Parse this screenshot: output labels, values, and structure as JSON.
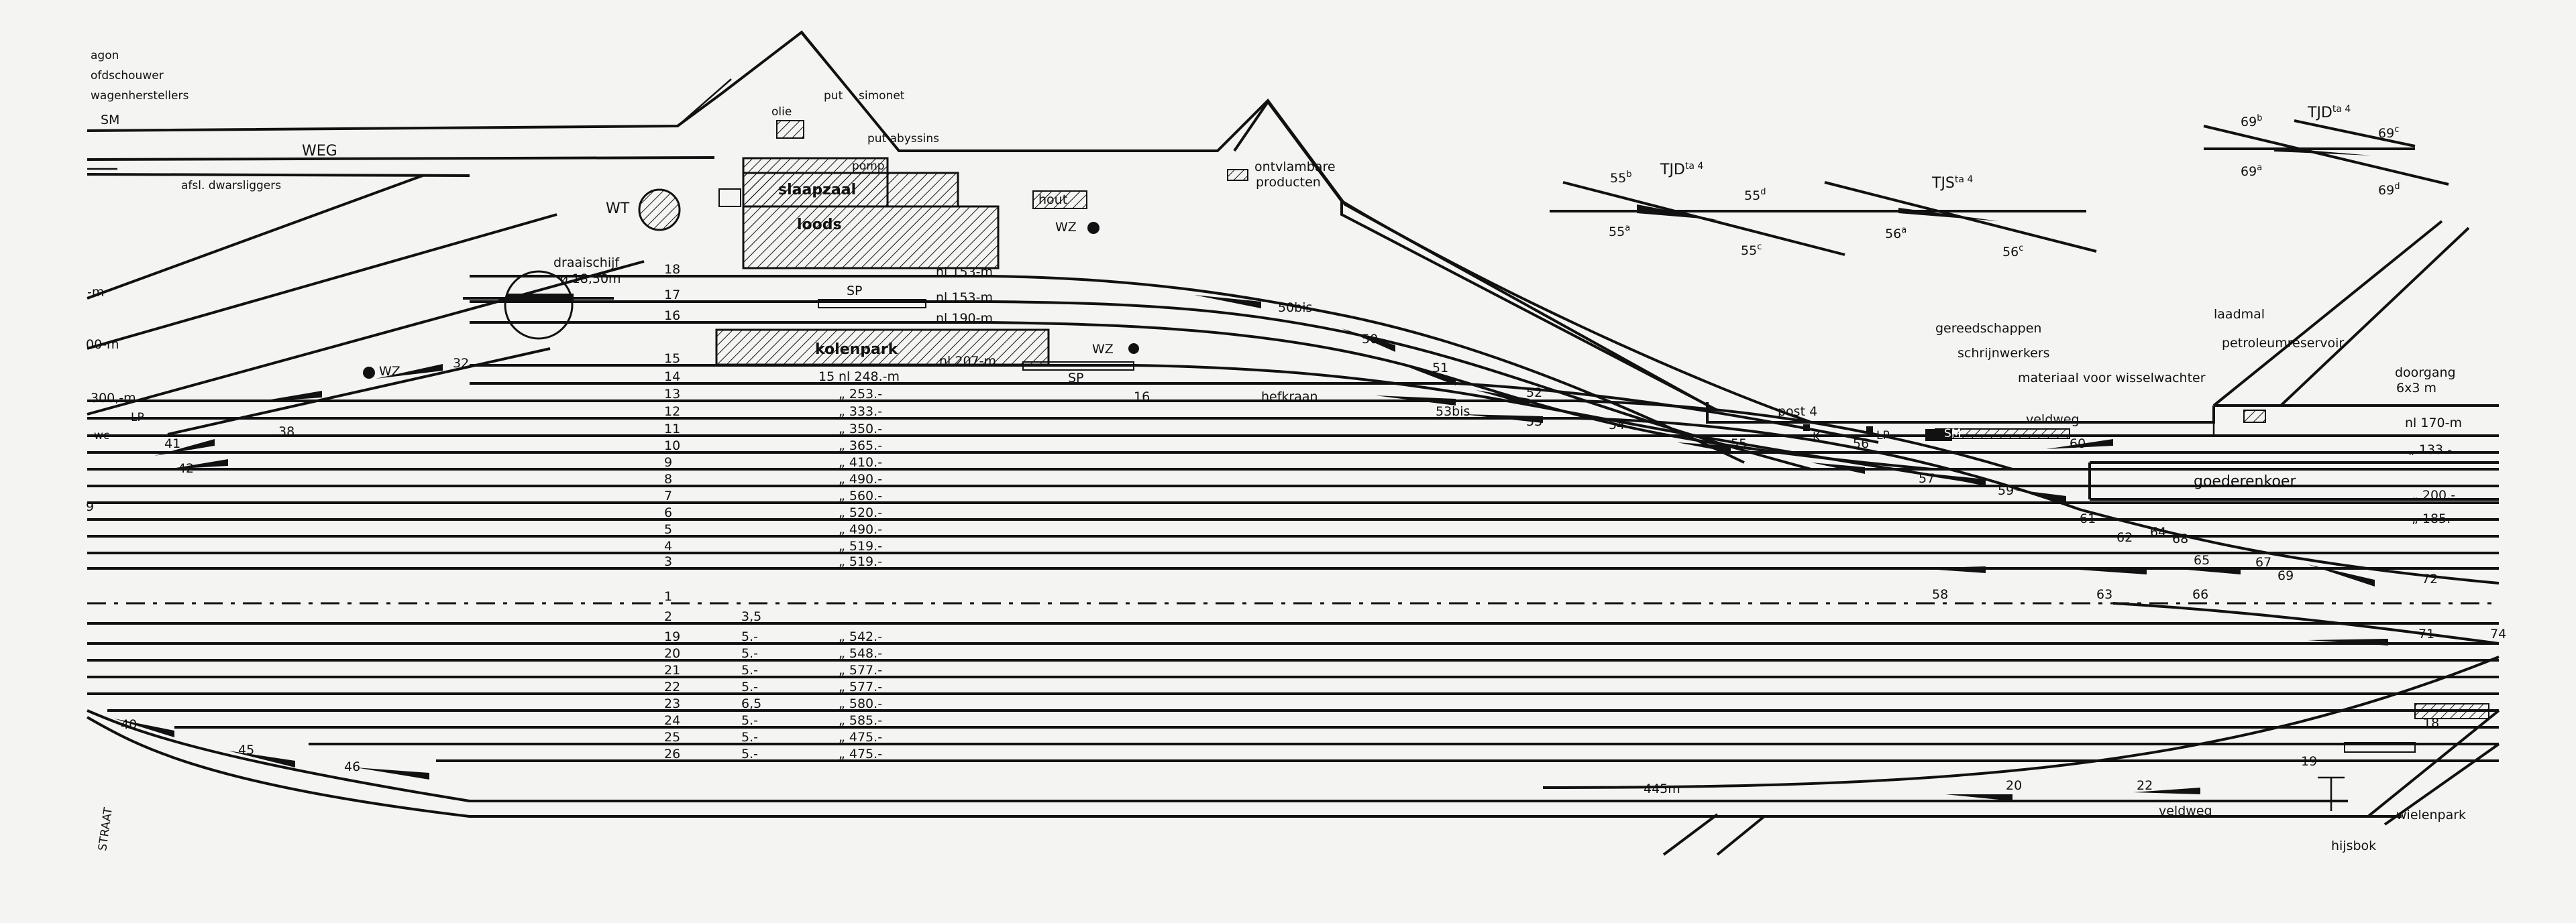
{
  "top_left_labels": [
    "agon",
    "ofdschouwer",
    "wagenherstellers",
    "SM"
  ],
  "road": {
    "label": "WEG"
  },
  "left_labels": {
    "sleepers": "afsl. dwarsliggers",
    "wt": "WT",
    "turntable_1": "draaischijf",
    "turntable_2": "ø 18,50m",
    "wz1": "WZ",
    "wc": "wc",
    "lp1": "LP",
    "dist_1": "-m",
    "dist_2": "00-m",
    "dist_3": "300,-m"
  },
  "buildings": {
    "olie": "olie",
    "put": "put",
    "simonet": "simonet",
    "put_abyssins": "put abyssins",
    "pomp": "pomp",
    "slaapzaal": "slaapzaal",
    "loods": "loods",
    "hout": "hout",
    "wz2": "WZ",
    "ontvlambare_1": "ontvlambare",
    "ontvlambare_2": "producten",
    "kolenpark": "kolenpark",
    "wz3": "WZ",
    "sp1": "SP",
    "sp2": "SP"
  },
  "track_notes": [
    {
      "text": "nl 153-m"
    },
    {
      "text": "nl 153-m"
    },
    {
      "text": "nl 190-m"
    },
    {
      "text": "nl 207-m"
    }
  ],
  "tracks": [
    {
      "no": "18",
      "a": "",
      "len": ""
    },
    {
      "no": "17",
      "a": "",
      "len": ""
    },
    {
      "no": "16",
      "a": "",
      "len": ""
    },
    {
      "no": "15",
      "a": "",
      "len": ""
    },
    {
      "no": "14",
      "a": "",
      "len": "nl 248.-m"
    },
    {
      "no": "13",
      "a": "",
      "len": "„ 253.-"
    },
    {
      "no": "12",
      "a": "",
      "len": "„ 333.-"
    },
    {
      "no": "11",
      "a": "",
      "len": "„ 350.-"
    },
    {
      "no": "10",
      "a": "",
      "len": "„ 365.-"
    },
    {
      "no": "9",
      "a": "",
      "len": "„ 410.-"
    },
    {
      "no": "8",
      "a": "",
      "len": "„ 490.-"
    },
    {
      "no": "7",
      "a": "",
      "len": "„ 560.-"
    },
    {
      "no": "6",
      "a": "",
      "len": "„ 520.-"
    },
    {
      "no": "5",
      "a": "",
      "len": "„ 490.-"
    },
    {
      "no": "4",
      "a": "",
      "len": "„ 519.-"
    },
    {
      "no": "3",
      "a": "",
      "len": "„ 519.-"
    },
    {
      "no": "1",
      "a": "",
      "len": ""
    },
    {
      "no": "2",
      "a": "3,5",
      "len": ""
    },
    {
      "no": "19",
      "a": "5.-",
      "len": "„ 542.-"
    },
    {
      "no": "20",
      "a": "5.-",
      "len": "„ 548.-"
    },
    {
      "no": "21",
      "a": "5.-",
      "len": "„ 577.-"
    },
    {
      "no": "22",
      "a": "5.-",
      "len": "„ 577.-"
    },
    {
      "no": "23",
      "a": "6,5",
      "len": "„ 580.-"
    },
    {
      "no": "24",
      "a": "5.-",
      "len": "„ 585.-"
    },
    {
      "no": "25",
      "a": "5.-",
      "len": "„ 475.-"
    },
    {
      "no": "26",
      "a": "5.-",
      "len": "„ 475.-"
    }
  ],
  "switches_left": [
    "32",
    "38",
    "41",
    "42",
    "9",
    "40",
    "45",
    "46",
    "15"
  ],
  "switches_mid": [
    "16",
    "hefkraan",
    "53bis",
    "53",
    "50bis",
    "50",
    "51",
    "52",
    "54",
    "55",
    "56"
  ],
  "switches_right": [
    "57",
    "59",
    "61",
    "62",
    "64",
    "68",
    "65",
    "67",
    "69",
    "58",
    "63",
    "66",
    "72",
    "71",
    "60",
    "20",
    "22",
    "19",
    "18",
    "74"
  ],
  "right_labels": {
    "post4": "post 4",
    "k": "K",
    "lp2": "LP",
    "sm2": "SM",
    "veldweg1": "veldweg",
    "gereedschappen": "gereedschappen",
    "schrijnwerkers": "schrijnwerkers",
    "materiaal": "materiaal voor wisselwachter",
    "laadmal": "laadmal",
    "petroleum": "petroleumreservoir",
    "doorgang_1": "doorgang",
    "doorgang_2": "6x3 m",
    "nl170": "nl 170-m",
    "n133": "„ 133.-",
    "goederenkoer": "goederenkoer",
    "n200": "„ 200.-",
    "n185": "„ 185.-",
    "dist_445": "445m",
    "veldweg2": "veldweg",
    "wielenpark": "wielenpark",
    "hijsbok": "hijsbok",
    "straat": "STRAAT"
  },
  "insets": {
    "tjd1": {
      "title": "TJD",
      "sup": "ta 4",
      "a": "55",
      "a_sup": "a",
      "b": "55",
      "b_sup": "b",
      "c": "55",
      "c_sup": "c",
      "d": "55",
      "d_sup": "d"
    },
    "tjs": {
      "title": "TJS",
      "sup": "ta 4",
      "a": "56",
      "a_sup": "a",
      "c": "56",
      "c_sup": "c"
    },
    "tjd2": {
      "title": "TJD",
      "sup": "ta 4",
      "a": "69",
      "a_sup": "a",
      "b": "69",
      "b_sup": "b",
      "c": "69",
      "c_sup": "c",
      "d": "69",
      "d_sup": "d"
    }
  }
}
